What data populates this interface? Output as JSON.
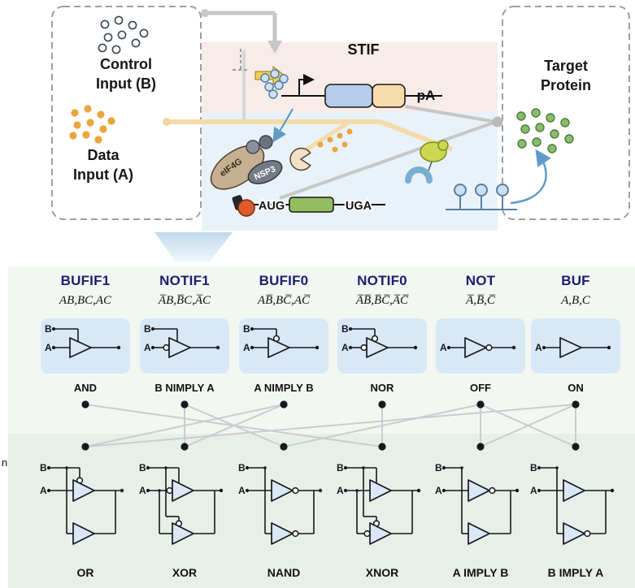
{
  "top_panel": {
    "control_input": {
      "line1": "Control",
      "line2": "Input (B)"
    },
    "data_input": {
      "line1": "Data",
      "line2": "Input (A)"
    },
    "target_protein": {
      "line1": "Target",
      "line2": "Protein"
    },
    "stif_label": "STIF",
    "pa_label": "pA",
    "aug_label": "AUG",
    "uga_label": "UGA",
    "eif4g_label": "eIF4G",
    "nsp3_label": "NSP3"
  },
  "edge_text": "n",
  "logic_table": {
    "columns": [
      {
        "name": "BUFIF1",
        "formula": "AB,BC,AC",
        "single_function": "AND",
        "dual_function": "OR"
      },
      {
        "name": "NOTIF1",
        "formula": "A̅B,B̅C,A̅C",
        "single_function": "B NIMPLY A",
        "dual_function": "XOR"
      },
      {
        "name": "BUFIF0",
        "formula": "AB̅,BC̅,AC̅",
        "single_function": "A NIMPLY B",
        "dual_function": "NAND"
      },
      {
        "name": "NOTIF0",
        "formula": "A̅B̅,B̅C̅,A̅C̅",
        "single_function": "NOR",
        "dual_function": "XNOR"
      },
      {
        "name": "NOT",
        "formula": "A̅,B̅,C̅",
        "single_function": "OFF",
        "dual_function": "A IMPLY B"
      },
      {
        "name": "BUF",
        "formula": "A,B,C",
        "single_function": "ON",
        "dual_function": "B IMPLY A"
      }
    ],
    "input_labels": {
      "b": "B",
      "a": "A"
    },
    "single_gates": [
      {
        "inputs": [
          "B",
          "A"
        ],
        "enable": true,
        "in_bubble": false,
        "en_bubble": false,
        "out_bubble": false
      },
      {
        "inputs": [
          "B",
          "A"
        ],
        "enable": true,
        "in_bubble": true,
        "en_bubble": false,
        "out_bubble": false
      },
      {
        "inputs": [
          "B",
          "A"
        ],
        "enable": true,
        "in_bubble": false,
        "en_bubble": true,
        "out_bubble": false
      },
      {
        "inputs": [
          "B",
          "A"
        ],
        "enable": true,
        "in_bubble": true,
        "en_bubble": true,
        "out_bubble": false
      },
      {
        "inputs": [
          "A"
        ],
        "enable": false,
        "in_bubble": false,
        "en_bubble": false,
        "out_bubble": true
      },
      {
        "inputs": [
          "A"
        ],
        "enable": false,
        "in_bubble": false,
        "en_bubble": false,
        "out_bubble": false
      }
    ],
    "dual_gates": [
      {
        "t1": {
          "src": "A",
          "en": true,
          "in_bubble": false,
          "en_bubble": true,
          "out_bubble": false
        },
        "t2": {
          "src": "B",
          "en": false,
          "in_bubble": false,
          "en_bubble": false,
          "out_bubble": false
        }
      },
      {
        "t1": {
          "src": "A",
          "en": true,
          "in_bubble": true,
          "en_bubble": false,
          "out_bubble": false
        },
        "t2": {
          "src": "A",
          "en": true,
          "in_bubble": false,
          "en_bubble": true,
          "out_bubble": false
        }
      },
      {
        "t1": {
          "src": "A",
          "en": false,
          "in_bubble": false,
          "en_bubble": false,
          "out_bubble": true
        },
        "t2": {
          "src": "B",
          "en": false,
          "in_bubble": false,
          "en_bubble": false,
          "out_bubble": true
        }
      },
      {
        "t1": {
          "src": "A",
          "en": true,
          "in_bubble": false,
          "en_bubble": false,
          "out_bubble": false
        },
        "t2": {
          "src": "A",
          "en": true,
          "in_bubble": true,
          "en_bubble": true,
          "out_bubble": false
        }
      },
      {
        "t1": {
          "src": "A",
          "en": false,
          "in_bubble": false,
          "en_bubble": false,
          "out_bubble": true
        },
        "t2": {
          "src": "B",
          "en": false,
          "in_bubble": false,
          "en_bubble": false,
          "out_bubble": false
        }
      },
      {
        "t1": {
          "src": "A",
          "en": false,
          "in_bubble": false,
          "en_bubble": false,
          "out_bubble": false
        },
        "t2": {
          "src": "B",
          "en": false,
          "in_bubble": false,
          "en_bubble": false,
          "out_bubble": true
        }
      }
    ],
    "connections": [
      [
        0,
        3
      ],
      [
        1,
        1
      ],
      [
        1,
        2
      ],
      [
        2,
        0
      ],
      [
        2,
        1
      ],
      [
        3,
        3
      ],
      [
        4,
        2
      ],
      [
        4,
        4
      ],
      [
        4,
        5
      ],
      [
        5,
        0
      ],
      [
        5,
        4
      ],
      [
        5,
        5
      ]
    ]
  },
  "colors": {
    "accent_navy": "#1d1d6e",
    "gate_fill": "#d9e7f6",
    "gate_box": "#d8e8f7",
    "panel_green": "#e7efe8",
    "connection_gray": "#c9cdd0",
    "pink_zone": "#f8ece8",
    "blue_zone": "#e9f2f8"
  }
}
